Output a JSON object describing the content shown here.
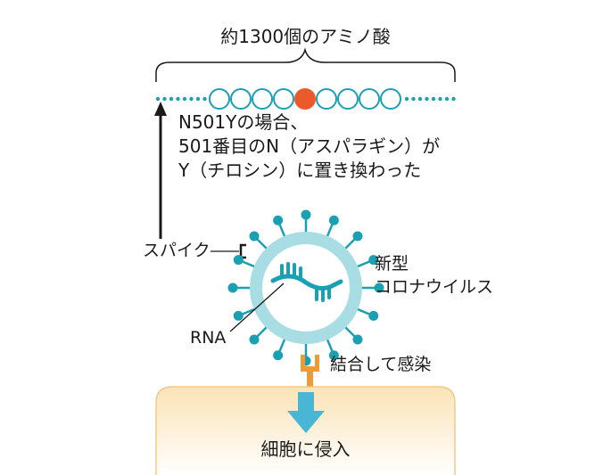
{
  "labels": {
    "amino_count": "約1300個のアミノ酸",
    "mutation_line1": "N501Yの場合、",
    "mutation_line2": "501番目のN（アスパラギン）が",
    "mutation_line3": "Y（チロシン）に置き換わった",
    "spike": "スパイク",
    "virus_line1": "新型",
    "virus_line2": "コロナウイルス",
    "rna": "RNA",
    "binding": "結合して感染",
    "cell_entry": "細胞に侵入"
  },
  "colors": {
    "teal": "#1aa0b2",
    "teal_light": "#a9dde4",
    "mutation": "#ec5a2b",
    "receptor": "#f09a36",
    "cell_fill": "#fbe3b6",
    "cell_edge": "#f2c98a",
    "arrow": "#49b6d6",
    "text": "#1a1a1a"
  },
  "chain": {
    "circle_count": 9,
    "mutated_index": 4
  }
}
